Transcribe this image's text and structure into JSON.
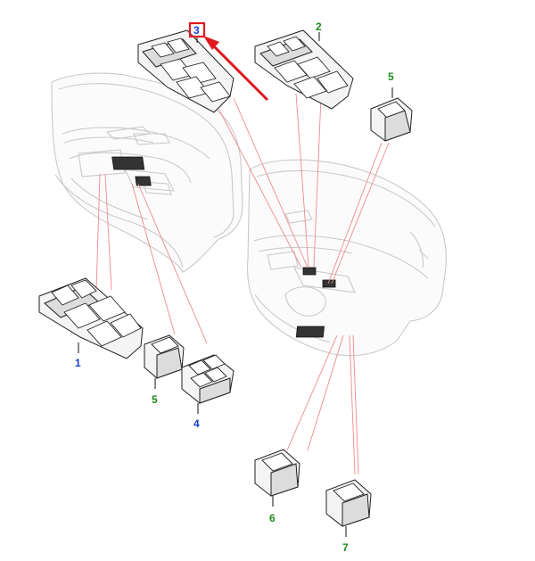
{
  "callouts": [
    {
      "id": "c1",
      "text": "1",
      "color": "#1a3bd6"
    },
    {
      "id": "c2",
      "text": "2",
      "color": "#1f8a1f"
    },
    {
      "id": "c3",
      "text": "3",
      "color": "#1a3bd6"
    },
    {
      "id": "c4",
      "text": "4",
      "color": "#1a3bd6"
    },
    {
      "id": "c5a",
      "text": "5",
      "color": "#1f8a1f"
    },
    {
      "id": "c5b",
      "text": "5",
      "color": "#1f8a1f"
    },
    {
      "id": "c6",
      "text": "6",
      "color": "#1f8a1f"
    },
    {
      "id": "c7",
      "text": "7",
      "color": "#1f8a1f"
    }
  ],
  "highlight": {
    "color": "#e0191f"
  },
  "colors": {
    "leader": "#f08a8a",
    "outline": "#c9c9c9",
    "ink": "#222222"
  }
}
